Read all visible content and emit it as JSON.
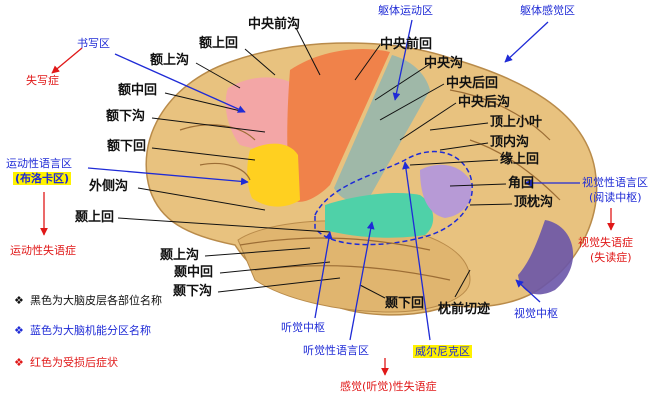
{
  "colors": {
    "black": "#111111",
    "blue": "#1f2bd6",
    "red": "#e01818",
    "highlight": "#fff200",
    "brain_base": "#e8c27f",
    "precentral": "#f0824a",
    "frontal_area": "#f3a6a6",
    "broca": "#ffd020",
    "postcentral": "#9fb8a8",
    "wernicke": "#4fd1a8",
    "visual_lang": "#b79ad6",
    "occipital": "#6a55a8"
  },
  "labels": {
    "e_shang_hui": "额上回",
    "e_shang_gou": "额上沟",
    "e_zhong_hui": "额中回",
    "e_xia_gou": "额下沟",
    "e_xia_hui": "额下回",
    "wai_ce_gou": "外侧沟",
    "nie_shang_hui": "颞上回",
    "nie_shang_gou": "颞上沟",
    "nie_zhong_hui": "颞中回",
    "nie_xia_gou": "颞下沟",
    "nie_xia_hui": "颞下回",
    "zhong_yang_qian_gou": "中央前沟",
    "zhong_yang_qian_hui": "中央前回",
    "zhong_yang_gou": "中央沟",
    "zhong_yang_hou_hui": "中央后回",
    "zhong_yang_hou_gou": "中央后沟",
    "ding_shang_xiao_ye": "顶上小叶",
    "ding_nei_gou": "顶内沟",
    "yuan_shang_hui": "缘上回",
    "jiao_hui": "角回",
    "ding_zhen_gou": "顶枕沟",
    "zhen_qian_qie_ji": "枕前切迹"
  },
  "areas": {
    "shu_xie_qu": "书写区",
    "qu_ti_yun_dong_qu": "躯体运动区",
    "qu_ti_gan_jue_qu": "躯体感觉区",
    "yun_dong_xing_yu_yan_qu": "运动性语言区",
    "bu_luo_ka_qu": "(布洛卡区)",
    "shi_jue_xing_yu_yan_qu": "视觉性语言区",
    "yue_du_zhong_shu": "(阅读中枢)",
    "ting_jue_zhong_shu": "听觉中枢",
    "ting_jue_xing_yu_yan_qu": "听觉性语言区",
    "wei_er_ni_ke_qu": "威尔尼克区",
    "shi_jue_zhong_shu": "视觉中枢"
  },
  "symptoms": {
    "shi_xie_zheng": "失写症",
    "yun_dong_xing_shi_yu_zheng": "运动性失语症",
    "shi_jue_shi_yu_zheng": "视觉失语症",
    "shi_du_zheng": "(失读症)",
    "gan_jue_xing_shi_yu_zheng": "感觉(听觉)性失语症"
  },
  "legend": [
    {
      "marker": "❖",
      "text": "黑色为大脑皮层各部位名称",
      "color": "#111111"
    },
    {
      "marker": "❖",
      "text": "蓝色为大脑机能分区名称",
      "color": "#1f2bd6"
    },
    {
      "marker": "❖",
      "text": "红色为受损后症状",
      "color": "#e01818"
    }
  ]
}
